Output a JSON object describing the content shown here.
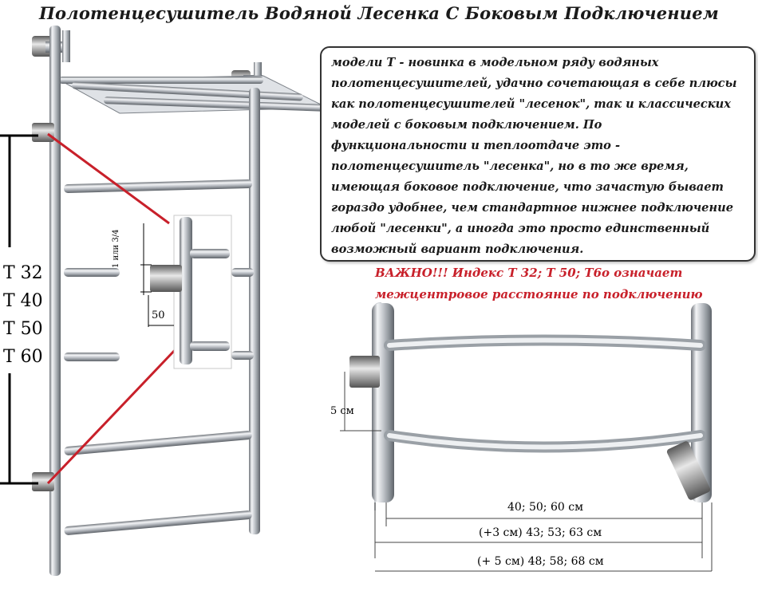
{
  "title": "Полотенцесушитель Водяной Лесенка С Боковым Подключением",
  "description": {
    "lines": [
      "модели Т - новинка в модельном ряду водяных",
      "полотенцесушителей, удачно сочетающая в себе плюсы",
      "как полотенцесушителей \"лесенок\", так и классических",
      "моделей с боковым подключением. По",
      "функциональности и теплоотдаче это -",
      "полотенцесушитель \"лесенка\", но в то же время,",
      "имеющая боковое подключение, что зачастую бывает",
      "гораздо удобнее, чем стандартное нижнее подключение",
      "любой \"лесенки\", а иногда это просто единственный",
      "возможный вариант подключения."
    ]
  },
  "important": {
    "line1": "ВАЖНО!!! Индекс Т 32; Т 50; Т6о означает",
    "line2": "межцентровое расстояние по подключению"
  },
  "indices": [
    "Т 32",
    "Т 40",
    "Т 50",
    "Т 60"
  ],
  "detail": {
    "thread_label": "1 или 3/4",
    "offset_label": "50"
  },
  "side_view": {
    "height_label": "5 см",
    "dim1": "40; 50; 60 см",
    "dim2": "(+3 см) 43; 53; 63 см",
    "dim3": "(+ 5 см) 48; 58; 68 см"
  },
  "colors": {
    "accent_red": "#c8202a",
    "steel": "#b8bcc2",
    "text": "#1a1a1a"
  }
}
